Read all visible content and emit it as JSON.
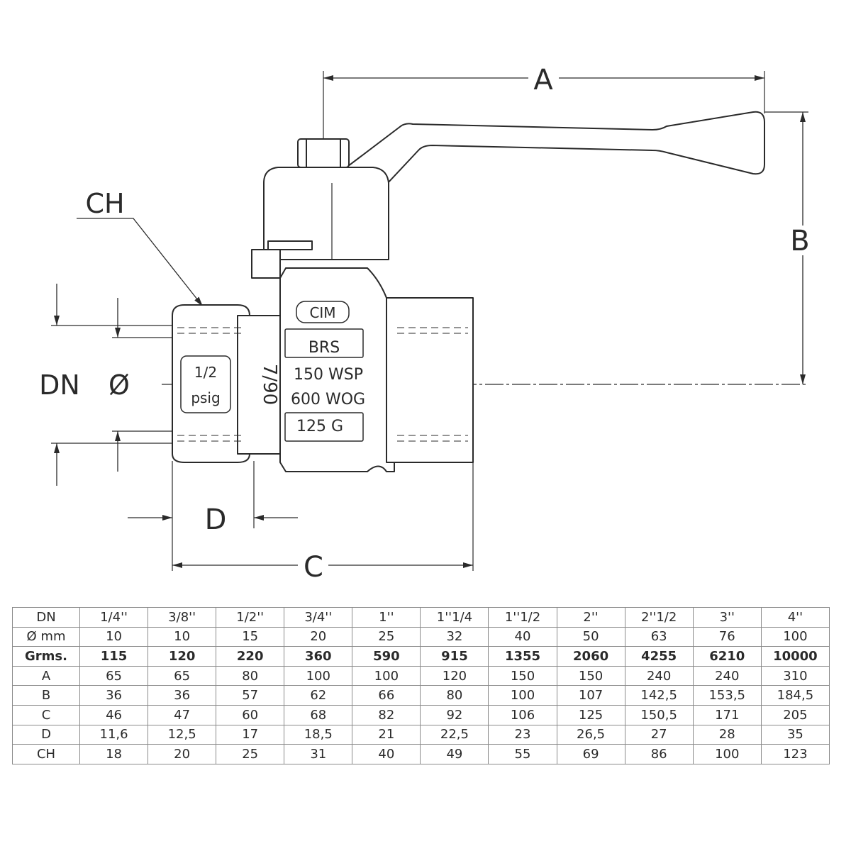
{
  "drawing": {
    "dimension_labels": {
      "A": "A",
      "B": "B",
      "C": "C",
      "D": "D",
      "CH": "CH",
      "DN": "DN",
      "diameter": "Ø"
    },
    "markings": {
      "brand": "CIM",
      "material": "BRS",
      "wsp": "150  WSP",
      "wog": "600  WOG",
      "gas": "125  G",
      "side_top": "1/2",
      "side_bottom": "psig",
      "vertical": "7/90"
    }
  },
  "table": {
    "rows": [
      {
        "label": "DN",
        "bold": false,
        "cells": [
          "1/4''",
          "3/8''",
          "1/2''",
          "3/4''",
          "1''",
          "1''1/4",
          "1''1/2",
          "2''",
          "2''1/2",
          "3''",
          "4''"
        ]
      },
      {
        "label": "Ø mm",
        "bold": false,
        "cells": [
          "10",
          "10",
          "15",
          "20",
          "25",
          "32",
          "40",
          "50",
          "63",
          "76",
          "100"
        ]
      },
      {
        "label": "Grms.",
        "bold": true,
        "cells": [
          "115",
          "120",
          "220",
          "360",
          "590",
          "915",
          "1355",
          "2060",
          "4255",
          "6210",
          "10000"
        ]
      },
      {
        "label": "A",
        "bold": false,
        "cells": [
          "65",
          "65",
          "80",
          "100",
          "100",
          "120",
          "150",
          "150",
          "240",
          "240",
          "310"
        ]
      },
      {
        "label": "B",
        "bold": false,
        "cells": [
          "36",
          "36",
          "57",
          "62",
          "66",
          "80",
          "100",
          "107",
          "142,5",
          "153,5",
          "184,5"
        ]
      },
      {
        "label": "C",
        "bold": false,
        "cells": [
          "46",
          "47",
          "60",
          "68",
          "82",
          "92",
          "106",
          "125",
          "150,5",
          "171",
          "205"
        ]
      },
      {
        "label": "D",
        "bold": false,
        "cells": [
          "11,6",
          "12,5",
          "17",
          "18,5",
          "21",
          "22,5",
          "23",
          "26,5",
          "27",
          "28",
          "35"
        ]
      },
      {
        "label": "CH",
        "bold": false,
        "cells": [
          "18",
          "20",
          "25",
          "31",
          "40",
          "49",
          "55",
          "69",
          "86",
          "100",
          "123"
        ]
      }
    ]
  }
}
